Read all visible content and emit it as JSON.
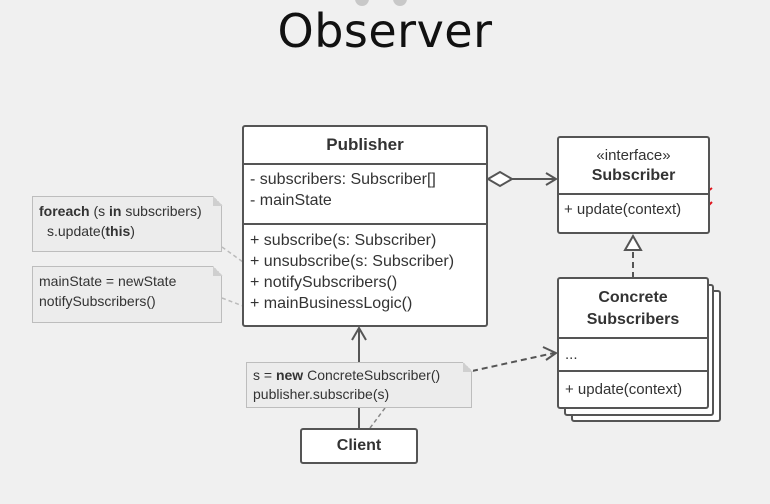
{
  "title": "Observer",
  "publisher": {
    "name": "Publisher",
    "fields": [
      "- subscribers: Subscriber[]",
      "- mainState"
    ],
    "methods": [
      "+ subscribe(s: Subscriber)",
      "+ unsubscribe(s: Subscriber)",
      "+ notifySubscribers()",
      "+ mainBusinessLogic()"
    ]
  },
  "subscriber": {
    "stereotype": "«interface»",
    "name": "Subscriber",
    "methods": [
      "+ update(context)"
    ]
  },
  "concrete": {
    "name_line1": "Concrete",
    "name_line2": "Subscribers",
    "fields": [
      "..."
    ],
    "methods": [
      "+ update(context)"
    ]
  },
  "client": {
    "name": "Client"
  },
  "notes": {
    "notify": {
      "kw1": "foreach",
      "t1": " (s ",
      "kw2": "in",
      "t2": " subscribers)",
      "t3": "s.update(",
      "kw3": "this",
      "t4": ")"
    },
    "business": {
      "line1": "mainState = newState",
      "line2": "notifySubscribers()"
    },
    "client": {
      "t1": "s = ",
      "kw1": "new",
      "t2": " ConcreteSubscriber()",
      "line2": "publisher.subscribe(s)"
    }
  },
  "colors": {
    "annotation": "#e0141c",
    "border": "#555555",
    "note_bg": "#ececec"
  }
}
